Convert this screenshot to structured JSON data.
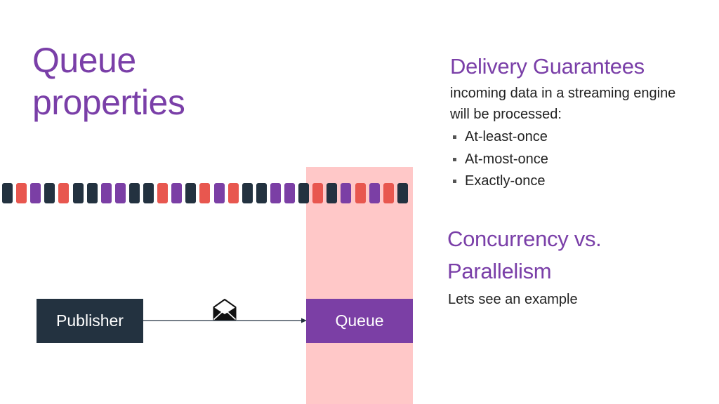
{
  "slide": {
    "title_lines": [
      "Queue",
      "properties"
    ]
  },
  "colors": {
    "accent_purple": "#7b3fa5",
    "dark": "#233240",
    "red": "#e8574f",
    "highlight": "#ffc8c8"
  },
  "diagram": {
    "publisher_label": "Publisher",
    "queue_label": "Queue",
    "message_stream": [
      "dark",
      "red",
      "purple",
      "dark",
      "red",
      "dark",
      "dark",
      "purple",
      "purple",
      "dark",
      "dark",
      "red",
      "purple",
      "dark",
      "red",
      "purple",
      "red",
      "dark",
      "dark",
      "purple",
      "purple",
      "dark",
      "red",
      "dark",
      "purple",
      "red",
      "purple",
      "red",
      "dark"
    ],
    "envelope_icon": "envelope-icon"
  },
  "delivery": {
    "heading": "Delivery Guarantees",
    "description": "incoming data in a streaming engine will be processed:",
    "items": [
      "At-least-once",
      "At-most-once",
      "Exactly-once"
    ]
  },
  "concurrency": {
    "heading_lines": [
      "Concurrency vs.",
      "Parallelism"
    ],
    "description": "Lets see an example"
  }
}
